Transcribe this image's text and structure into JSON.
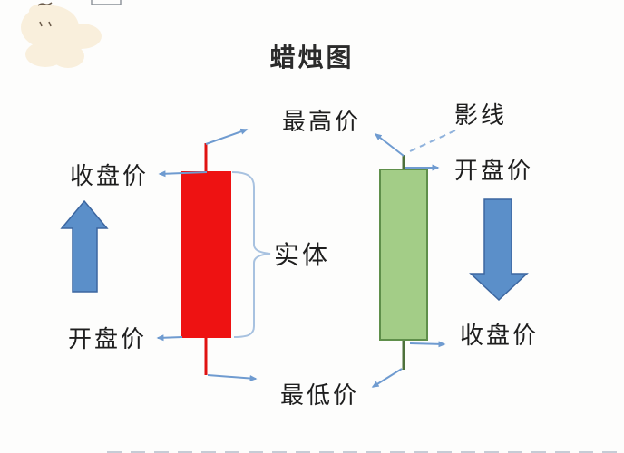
{
  "title": "蜡烛图",
  "labels": {
    "highest_price": "最高价",
    "shadow_line": "影线",
    "bullish_close": "收盘价",
    "bearish_open": "开盘价",
    "real_body": "实体",
    "bullish_open": "开盘价",
    "bearish_close": "收盘价",
    "lowest_price": "最低价"
  },
  "candles": {
    "bullish": {
      "direction": "up",
      "body_color": "#ee1212",
      "wick_color": "#e01212"
    },
    "bearish": {
      "direction": "down",
      "body_color": "#a3cd87",
      "border_color": "#5f8f4a",
      "wick_color": "#4e713b"
    }
  },
  "colors": {
    "thin_arrow": "#6f9bd0",
    "dashed_line": "#8fb2dc",
    "brace": "#a8c2e0",
    "block_arrow": "#5b8fc9",
    "title_text": "#2b2b2b",
    "label_text": "#1e1e1e",
    "background": "#fdfdfc"
  }
}
